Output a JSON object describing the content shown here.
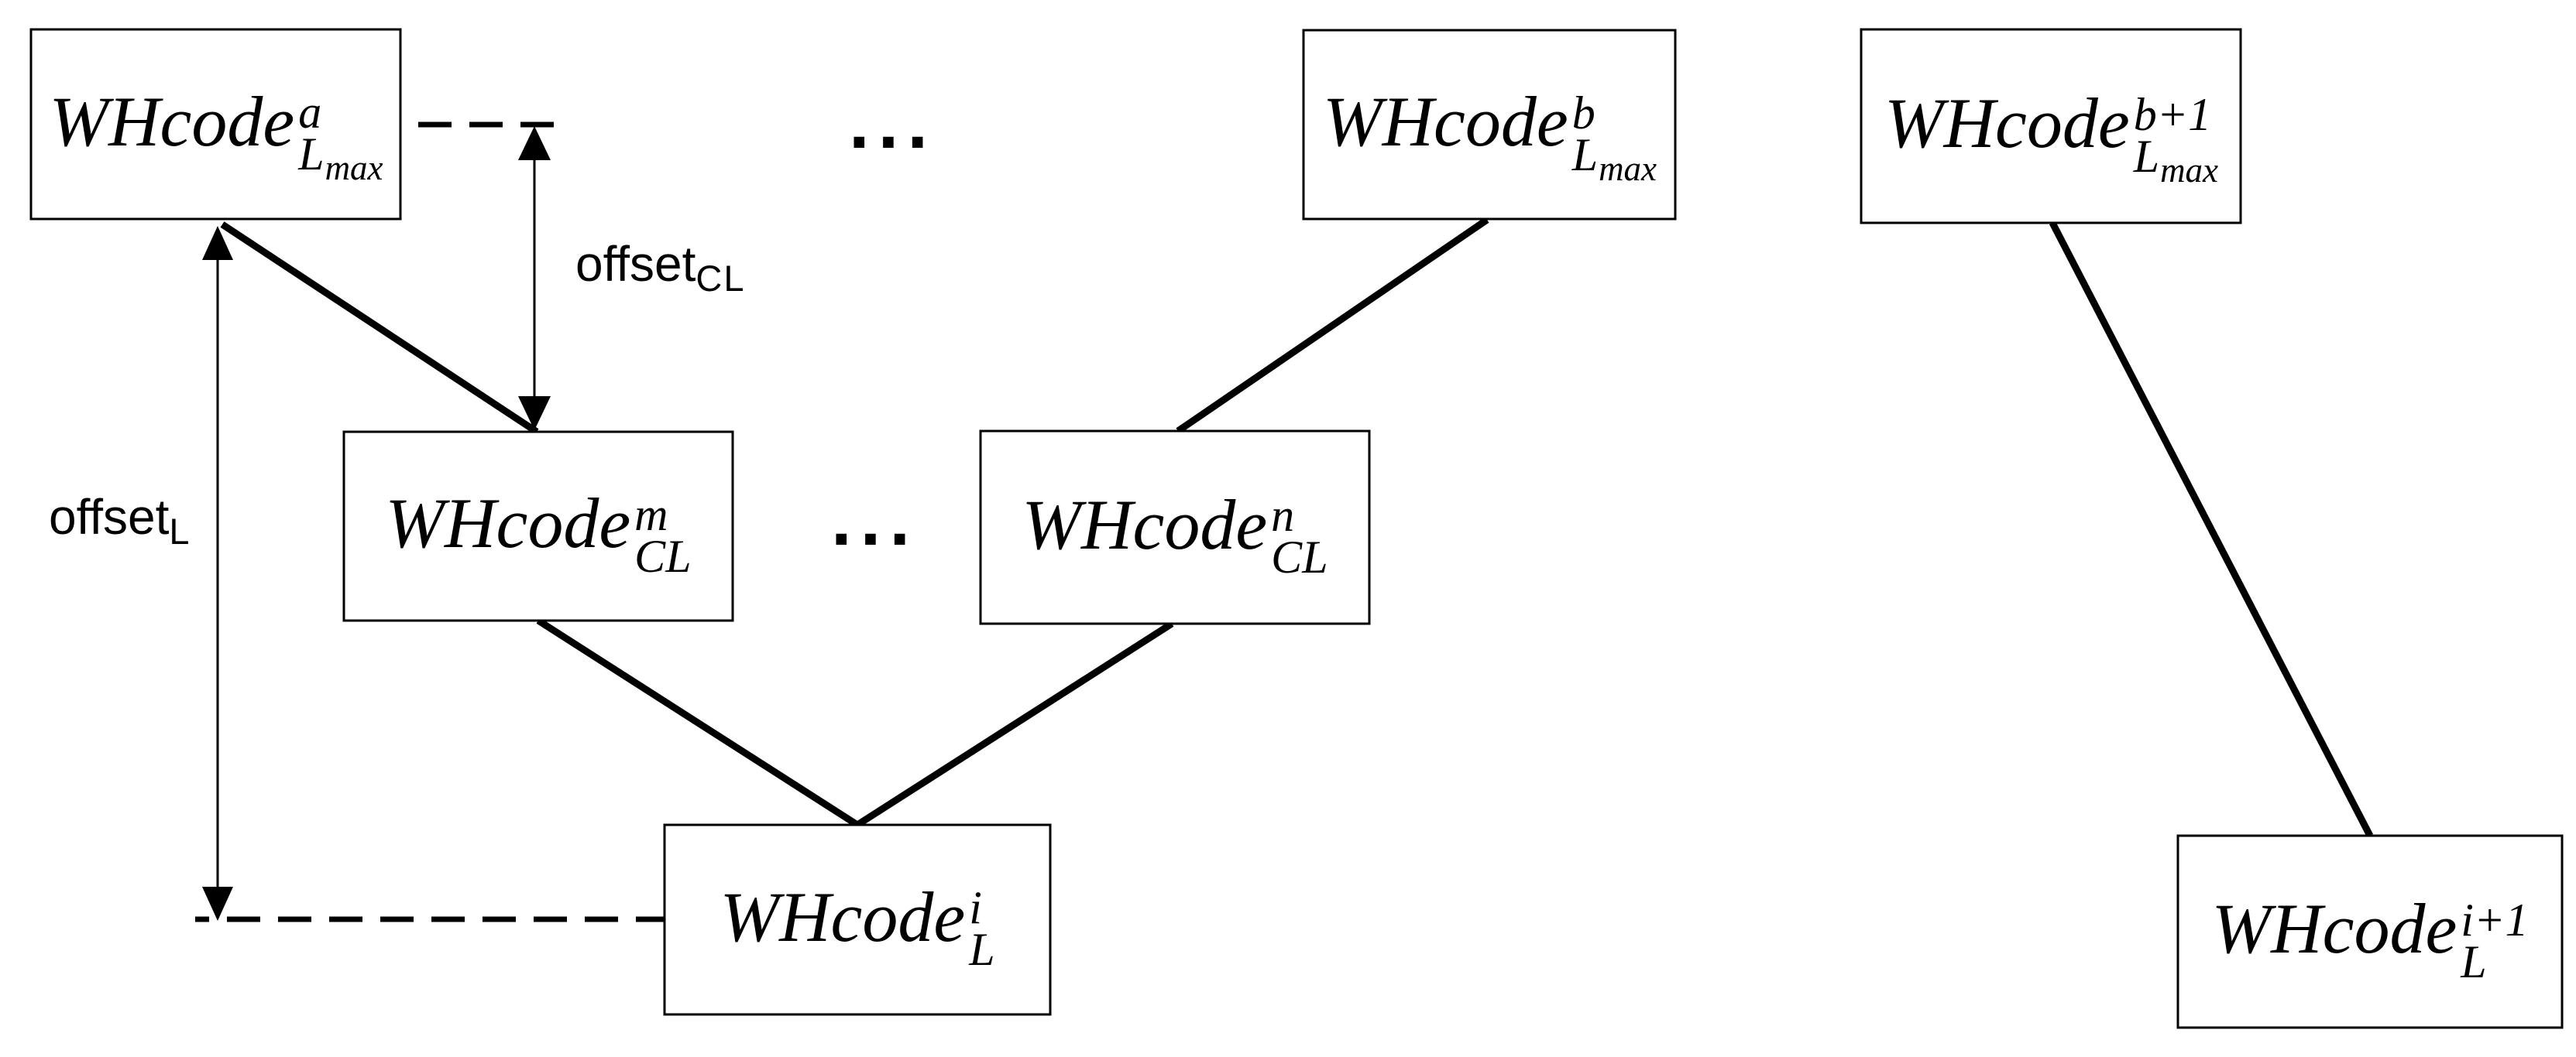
{
  "diagram": {
    "background_color": "#ffffff",
    "line_color": "#000000",
    "boxes": [
      {
        "id": "top-left",
        "main": "WHcode",
        "sup": "a",
        "sub": "L",
        "subsub": "max"
      },
      {
        "id": "top-middle",
        "main": "WHcode",
        "sup": "b",
        "sub": "L",
        "subsub": "max"
      },
      {
        "id": "top-right",
        "main": "WHcode",
        "sup": "b+1",
        "sub": "L",
        "subsub": "max"
      },
      {
        "id": "mid-left",
        "main": "WHcode",
        "sup": "m",
        "sub": "CL",
        "subsub": ""
      },
      {
        "id": "mid-right",
        "main": "WHcode",
        "sup": "n",
        "sub": "CL",
        "subsub": ""
      },
      {
        "id": "bottom-center",
        "main": "WHcode",
        "sup": "i",
        "sub": "L",
        "subsub": ""
      },
      {
        "id": "bottom-right",
        "main": "WHcode",
        "sup": "i+1",
        "sub": "L",
        "subsub": ""
      }
    ],
    "labels": {
      "offset_cl": {
        "main": "offset",
        "sub": "CL"
      },
      "offset_l": {
        "main": "offset",
        "sub": "L"
      }
    },
    "ellipsis_top": "...",
    "ellipsis_mid": "..."
  }
}
